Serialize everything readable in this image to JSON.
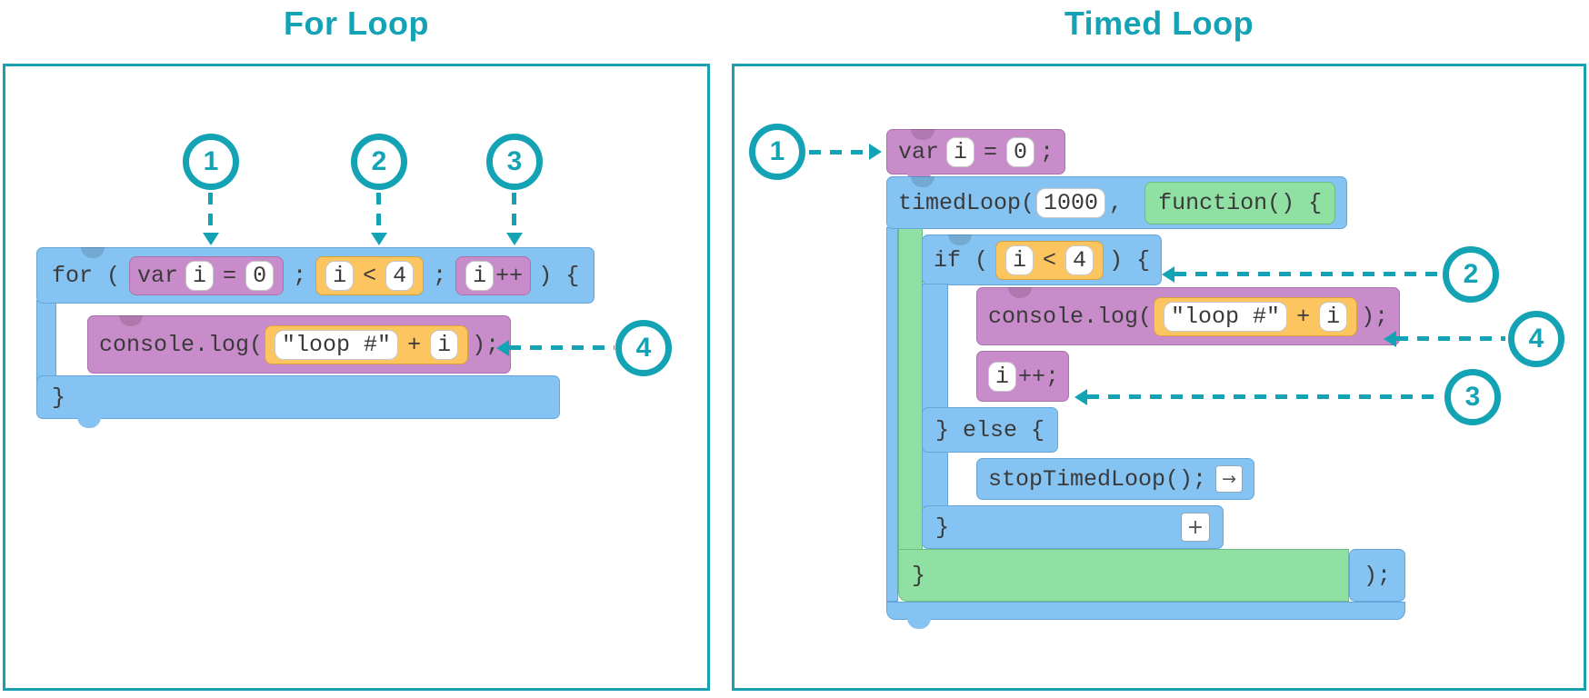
{
  "colors": {
    "accent_teal": "#14A3B4",
    "block_blue": "#85C3F2",
    "block_purple": "#C98CCB",
    "block_orange": "#FDC55F",
    "block_green": "#90DFA3"
  },
  "left": {
    "title": "For Loop",
    "callouts": {
      "one": "1",
      "two": "2",
      "three": "3",
      "four": "4"
    },
    "for": {
      "kw": "for (",
      "var": {
        "kw": "var",
        "i": "i",
        "eq": "=",
        "zero": "0"
      },
      "semi1": ";",
      "cond": {
        "i": "i",
        "op": "<",
        "n": "4"
      },
      "semi2": ";",
      "incr": {
        "i": "i",
        "op": "++"
      },
      "close": ") {",
      "footer": "}"
    },
    "console": {
      "fn": "console.log(",
      "str": "\"loop #\"",
      "plus": "+",
      "i": "i",
      "close": ");"
    }
  },
  "right": {
    "title": "Timed Loop",
    "callouts": {
      "one": "1",
      "two": "2",
      "three": "3",
      "four": "4"
    },
    "var_stmt": {
      "kw": "var",
      "i": "i",
      "eq": "=",
      "zero": "0",
      "semi": ";"
    },
    "timedloop": {
      "fn": "timedLoop(",
      "ms": "1000",
      "comma": ","
    },
    "function": {
      "open": "function() {",
      "close": "}"
    },
    "if": {
      "kw": "if (",
      "cond": {
        "i": "i",
        "op": "<",
        "n": "4"
      },
      "close": ") {",
      "else": "} else {",
      "footer": "}",
      "add_icon": "+"
    },
    "console": {
      "fn": "console.log(",
      "str": "\"loop #\"",
      "plus": "+",
      "i": "i",
      "close": ");"
    },
    "incr": {
      "i": "i",
      "op": "++;"
    },
    "stop": {
      "label": "stopTimedLoop();",
      "icon": "→"
    },
    "close": ");"
  }
}
